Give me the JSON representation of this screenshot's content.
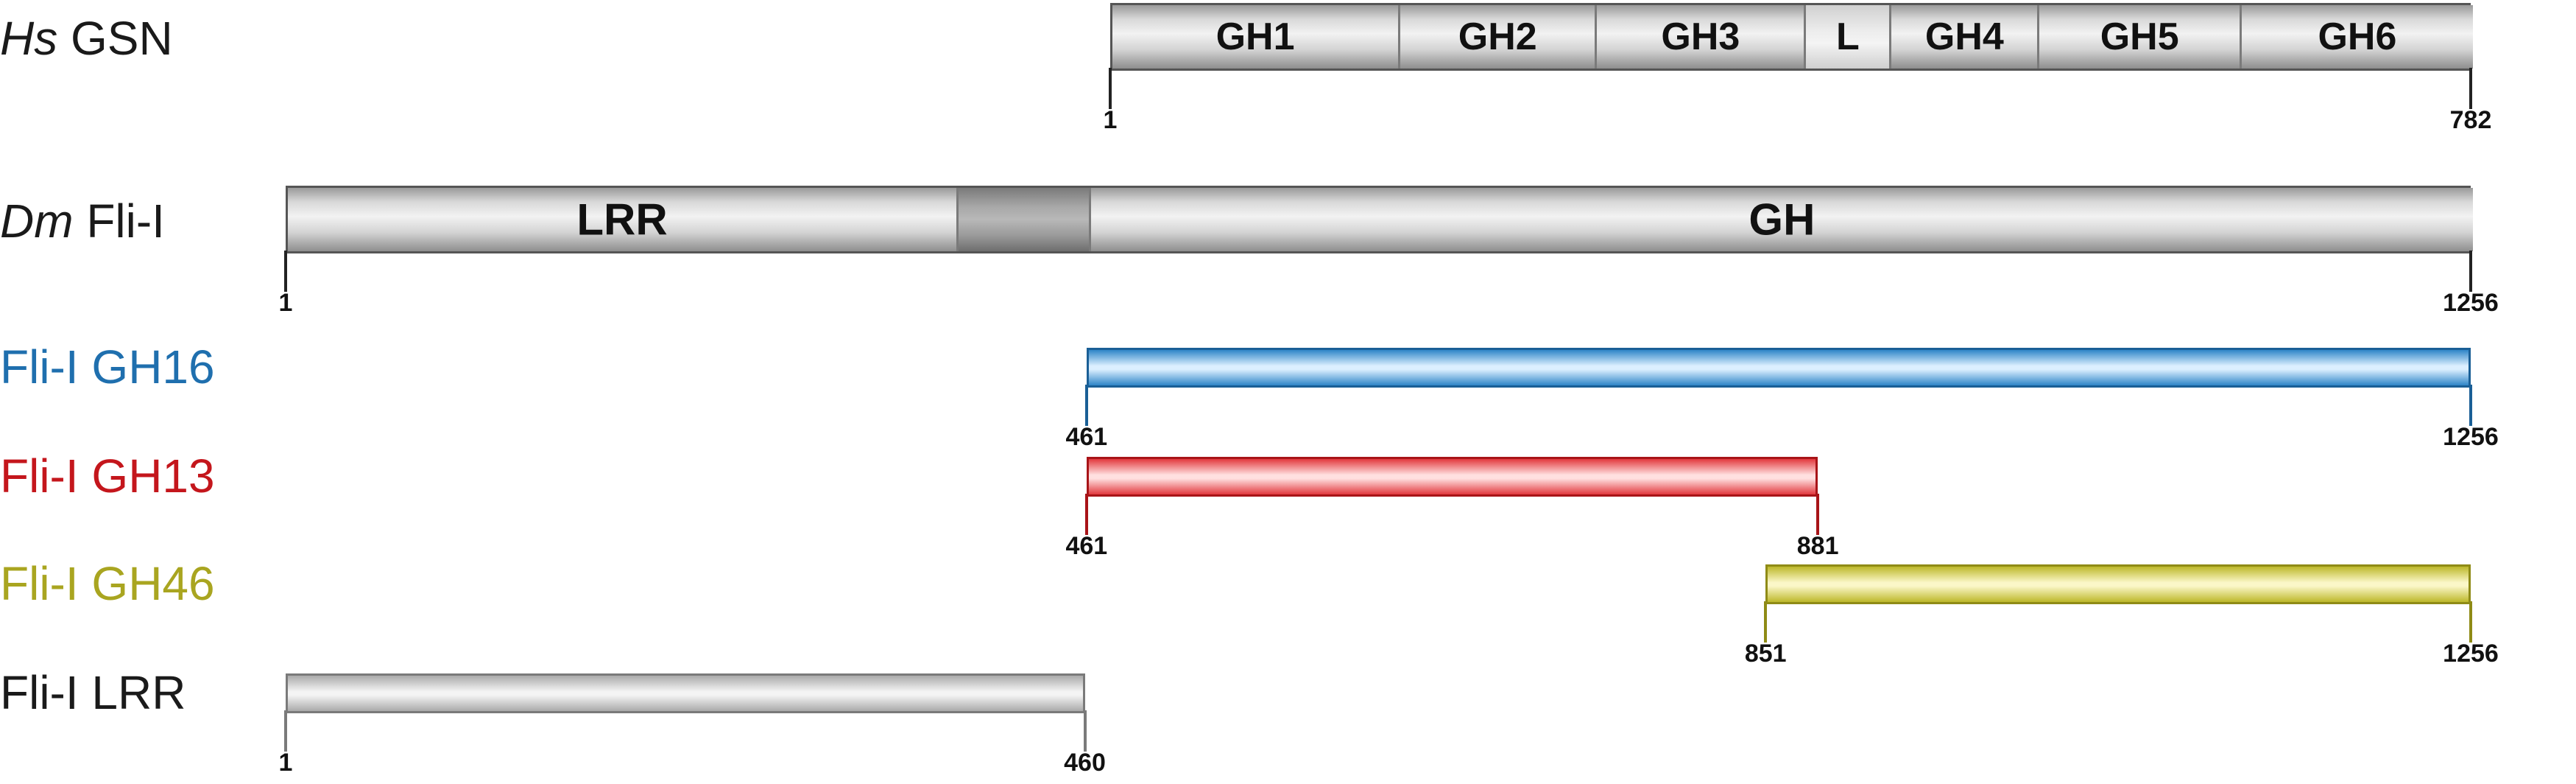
{
  "rows": [
    {
      "id": "hs-gsn",
      "label_italic": "Hs",
      "label_rest": " GSN",
      "label_color": "#1a1a1a",
      "total": 782,
      "kind": "domains",
      "domains": [
        {
          "name": "GH1",
          "start": 1,
          "end": 165
        },
        {
          "name": "GH2",
          "start": 165,
          "end": 278
        },
        {
          "name": "GH3",
          "start": 278,
          "end": 398
        },
        {
          "name": "L",
          "start": 398,
          "end": 447,
          "style": "light"
        },
        {
          "name": "GH4",
          "start": 447,
          "end": 532
        },
        {
          "name": "GH5",
          "start": 532,
          "end": 648
        },
        {
          "name": "GH6",
          "start": 648,
          "end": 782
        }
      ],
      "ticks": [
        {
          "label": "1",
          "pos": 1
        },
        {
          "label": "782",
          "pos": 782
        }
      ]
    },
    {
      "id": "dm-fli-i",
      "label_italic": "Dm",
      "label_rest": " Fli-I",
      "label_color": "#1a1a1a",
      "total": 1256,
      "kind": "domains",
      "domains": [
        {
          "name": "LRR",
          "start": 1,
          "end": 385
        },
        {
          "name": "",
          "start": 385,
          "end": 461,
          "style": "dark"
        },
        {
          "name": "GH",
          "start": 461,
          "end": 1256
        }
      ],
      "ticks": [
        {
          "label": "1",
          "pos": 1
        },
        {
          "label": "1256",
          "pos": 1256
        }
      ]
    },
    {
      "id": "fli-gh16",
      "label_italic": "",
      "label_rest": "Fli-I GH16",
      "label_color": "#1f6fae",
      "kind": "construct",
      "start": 461,
      "end": 1256,
      "fill_light": "#dcefff",
      "fill_dark": "#2f86c8",
      "stroke": "#1a5f96",
      "ticks": [
        {
          "label": "461",
          "pos": 461
        },
        {
          "label": "1256",
          "pos": 1256
        }
      ]
    },
    {
      "id": "fli-gh13",
      "label_italic": "",
      "label_rest": "Fli-I GH13",
      "label_color": "#c4161c",
      "kind": "construct",
      "start": 461,
      "end": 881,
      "fill_light": "#ffe0e0",
      "fill_dark": "#e2393e",
      "stroke": "#a81418",
      "ticks": [
        {
          "label": "461",
          "pos": 461
        },
        {
          "label": "881",
          "pos": 881
        }
      ]
    },
    {
      "id": "fli-gh46",
      "label_italic": "",
      "label_rest": "Fli-I GH46",
      "label_color": "#a9a520",
      "kind": "construct",
      "start": 851,
      "end": 1256,
      "fill_light": "#fbf7c8",
      "fill_dark": "#bdb82a",
      "stroke": "#8f8b16",
      "ticks": [
        {
          "label": "851",
          "pos": 851
        },
        {
          "label": "1256",
          "pos": 1256
        }
      ]
    },
    {
      "id": "fli-lrr",
      "label_italic": "",
      "label_rest": "Fli-I LRR",
      "label_color": "#1a1a1a",
      "kind": "construct",
      "start": 1,
      "end": 460,
      "fill_light": "#f4f4f4",
      "fill_dark": "#aaaaaa",
      "stroke": "#7a7a7a",
      "ticks": [
        {
          "label": "1",
          "pos": 1
        },
        {
          "label": "460",
          "pos": 460
        }
      ]
    }
  ]
}
